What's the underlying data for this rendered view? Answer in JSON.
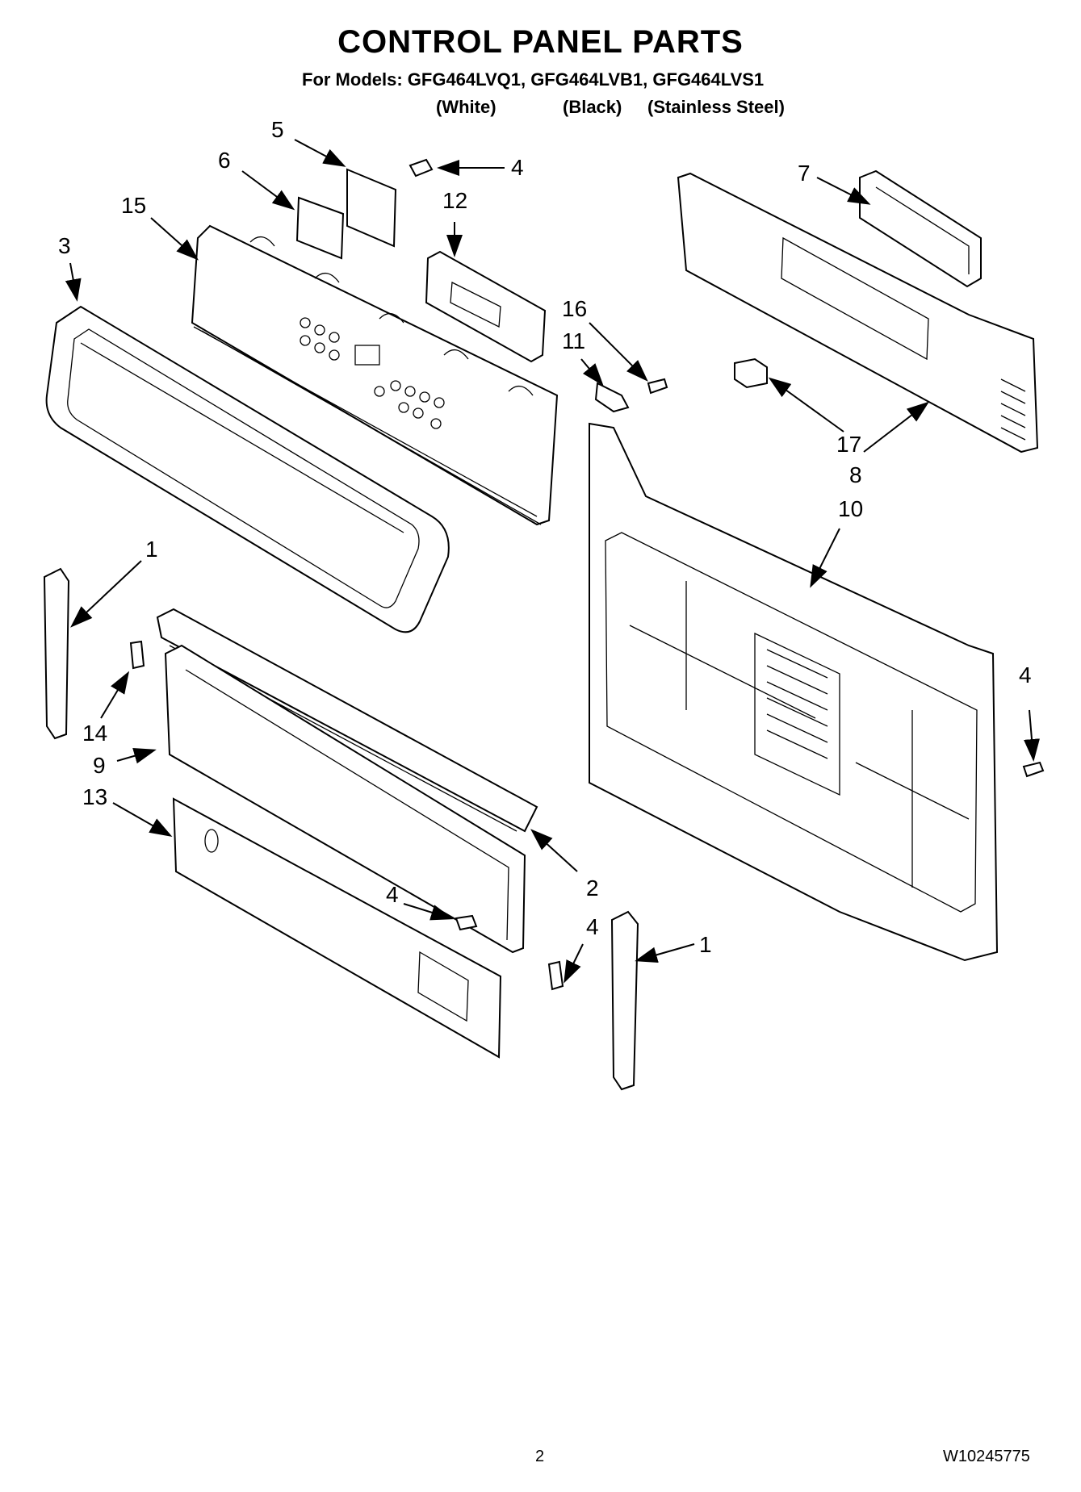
{
  "header": {
    "title": "CONTROL PANEL PARTS",
    "models": "For Models: GFG464LVQ1, GFG464LVB1, GFG464LVS1",
    "finish_white": "(White)",
    "finish_black": "(Black)",
    "finish_stainless": "(Stainless Steel)"
  },
  "callouts": {
    "c5": "5",
    "c6": "6",
    "c4_top": "4",
    "c15": "15",
    "c12": "12",
    "c3": "3",
    "c7": "7",
    "c16": "16",
    "c11": "11",
    "c17": "17",
    "c8": "8",
    "c10": "10",
    "c1_left": "1",
    "c4_right": "4",
    "c14": "14",
    "c9": "9",
    "c13": "13",
    "c2": "2",
    "c4_mid": "4",
    "c4_low": "4",
    "c1_right": "1"
  },
  "footer": {
    "page_number": "2",
    "doc_number": "W10245775"
  }
}
